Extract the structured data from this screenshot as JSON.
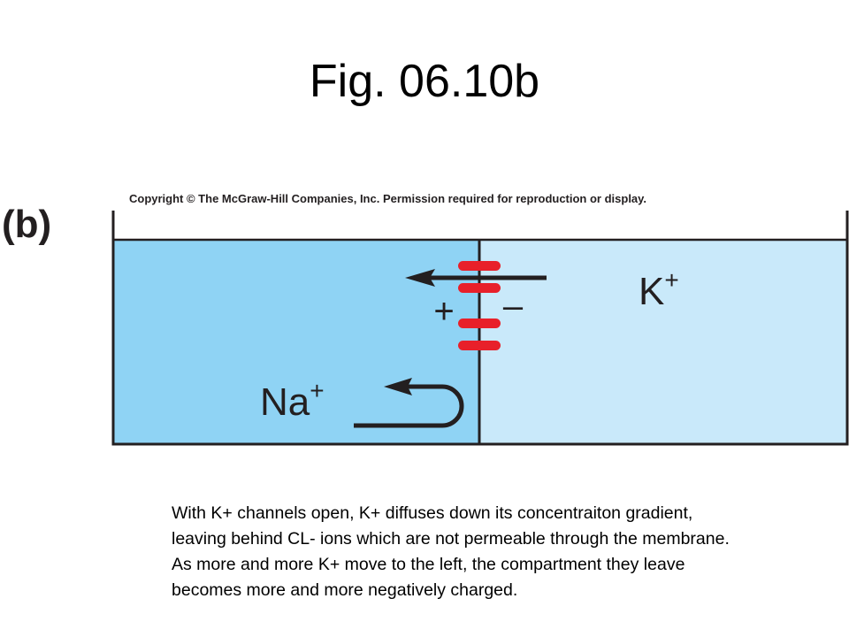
{
  "slide": {
    "title": "Fig. 06.10b"
  },
  "figure": {
    "panel_label": "(b)",
    "copyright": "Copyright © The McGraw-Hill Companies, Inc. Permission required for reproduction or display.",
    "left_ion": "Na",
    "right_ion": "K",
    "ion_charge": "+",
    "left_charge_sign": "+",
    "right_charge_sign": "–",
    "colors": {
      "left_compartment": "#8fd3f4",
      "right_compartment": "#c9e9fa",
      "membrane_charge": "#e8202a",
      "outline": "#231f20"
    }
  },
  "caption": {
    "text": "With K+ channels open, K+ diffuses down its concentraiton gradient, leaving behind CL- ions which are not permeable through the membrane.  As more and more K+ move to the left, the compartment they leave becomes more and more negatively charged."
  }
}
